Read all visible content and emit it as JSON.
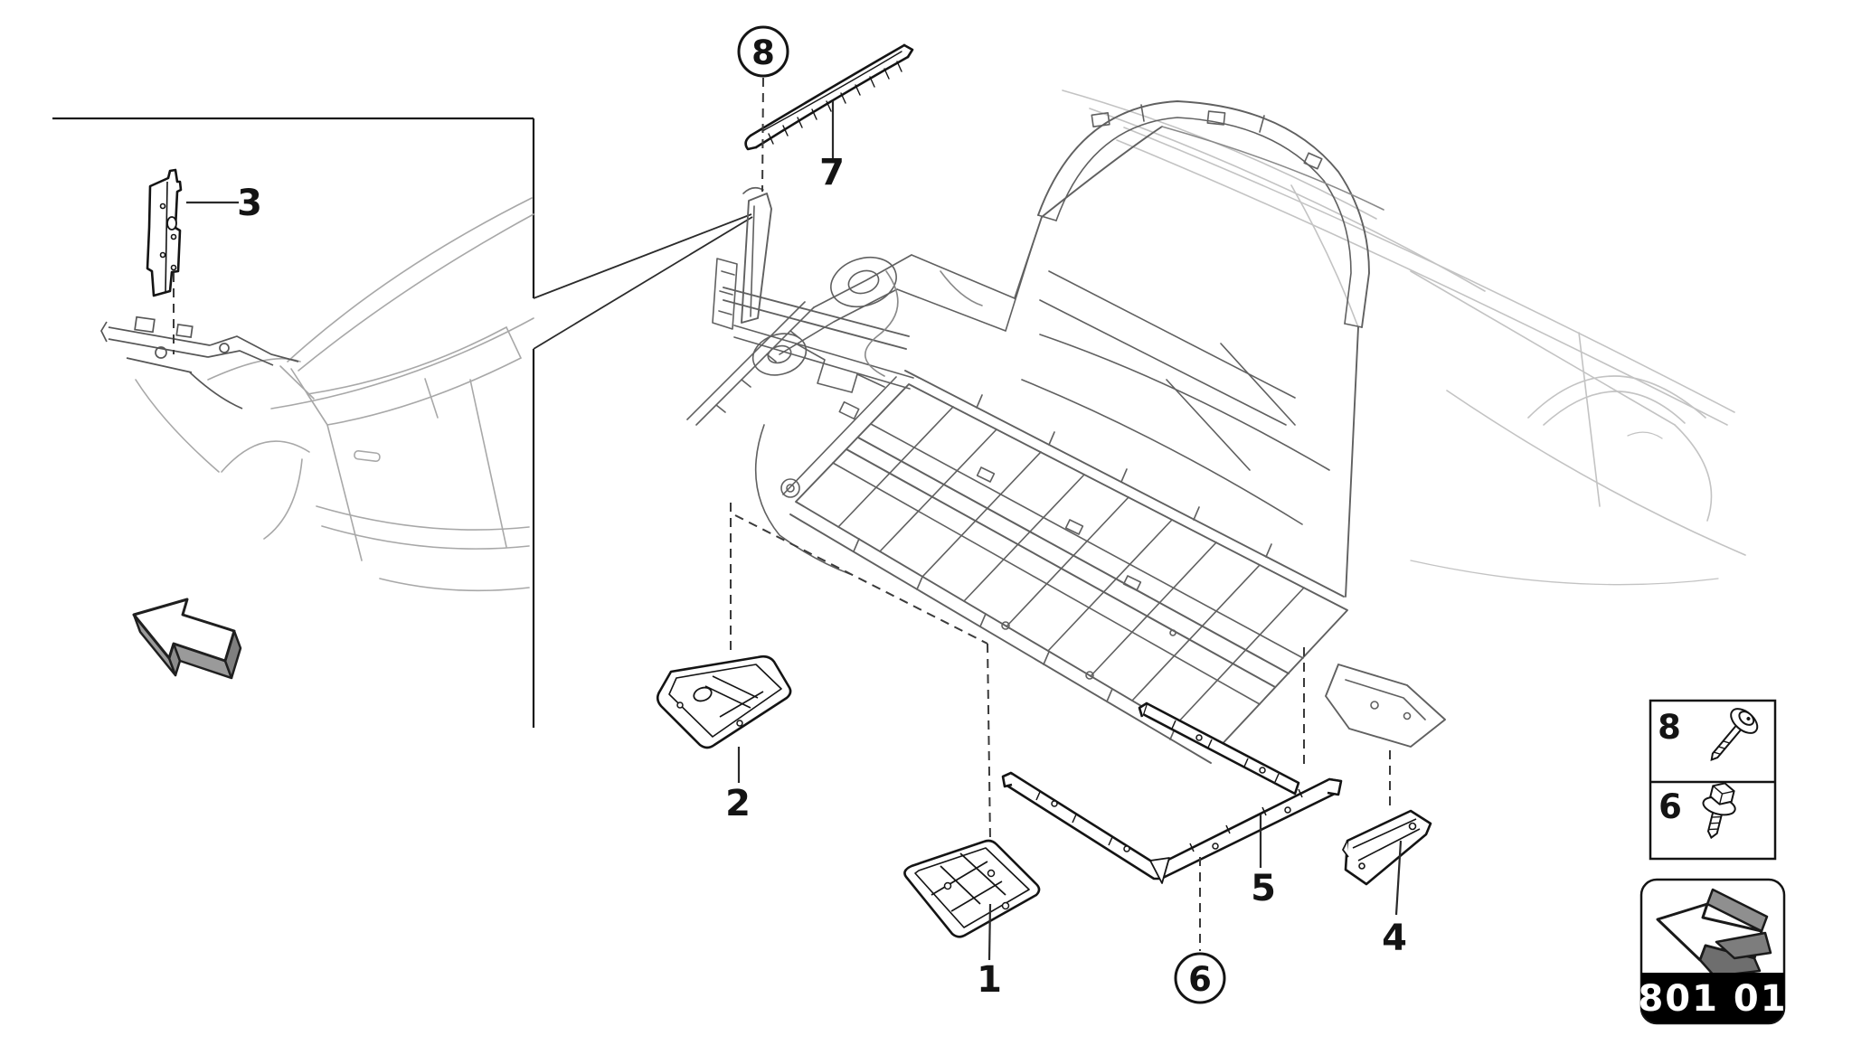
{
  "page": {
    "code": "801 01",
    "type": "parts-exploded-diagram"
  },
  "callouts": {
    "1": {
      "label": "1",
      "style": "plain"
    },
    "2": {
      "label": "2",
      "style": "plain"
    },
    "3": {
      "label": "3",
      "style": "plain"
    },
    "4": {
      "label": "4",
      "style": "plain"
    },
    "5": {
      "label": "5",
      "style": "plain"
    },
    "6": {
      "label": "6",
      "style": "circled"
    },
    "7": {
      "label": "7",
      "style": "plain"
    },
    "8": {
      "label": "8",
      "style": "circled"
    }
  },
  "legend": {
    "items": [
      {
        "ref": "8",
        "icon": "washer-screw-icon"
      },
      {
        "ref": "6",
        "icon": "hex-flange-bolt-icon"
      }
    ]
  },
  "badge": {
    "code": "801 01",
    "icon": "direction-arrow-icon"
  },
  "colors": {
    "part_line": "#161616",
    "chassis_line": "#606060",
    "faint_line": "#c3c3c3",
    "arrow_side_gray": "#9a9a9a",
    "badge_bar": "#000000"
  }
}
